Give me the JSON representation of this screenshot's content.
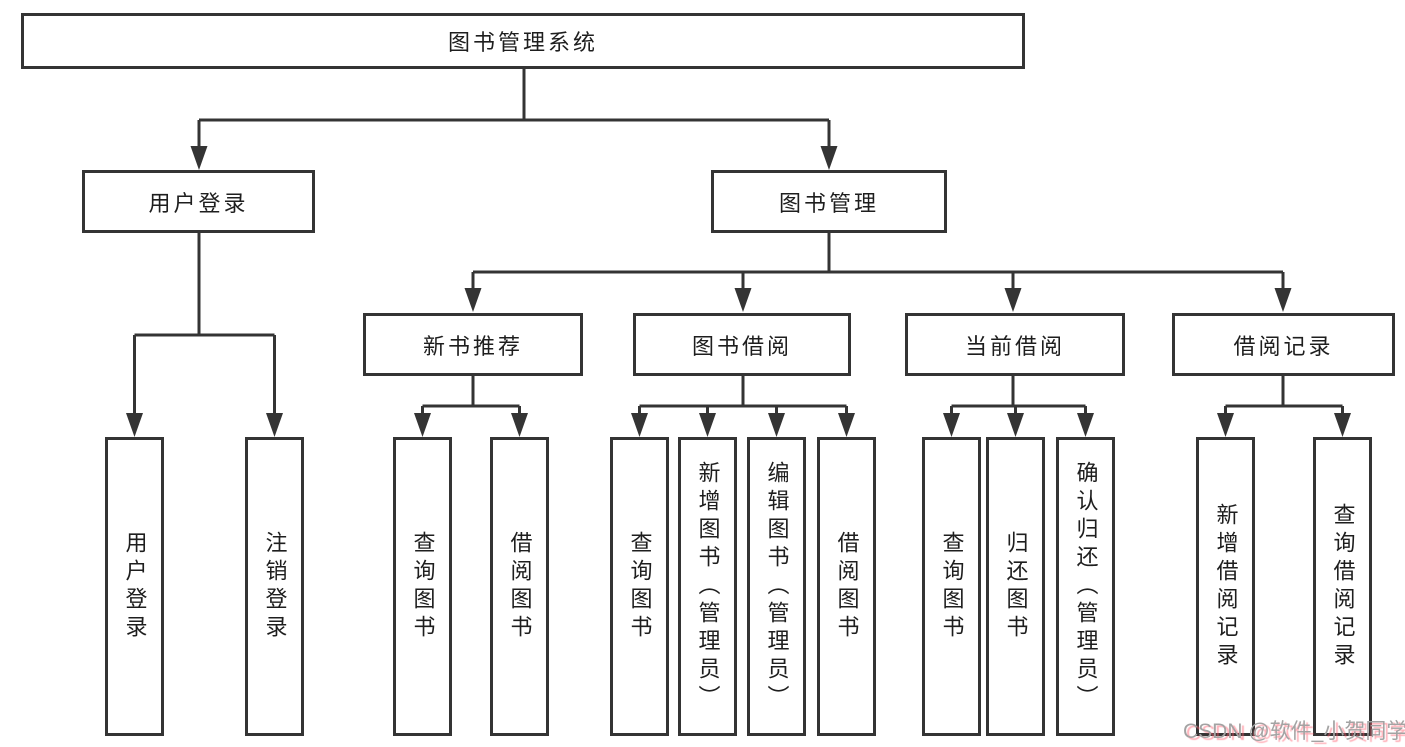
{
  "tree": {
    "root": "图书管理系统",
    "branches": [
      {
        "label": "用户登录",
        "children": [
          "用户登录",
          "注销登录"
        ]
      },
      {
        "label": "图书管理",
        "groups": [
          {
            "label": "新书推荐",
            "children": [
              "查询图书",
              "借阅图书"
            ]
          },
          {
            "label": "图书借阅",
            "children": [
              "查询图书",
              "新增图书（管理员）",
              "编辑图书（管理员）",
              "借阅图书"
            ]
          },
          {
            "label": "当前借阅",
            "children": [
              "查询图书",
              "归还图书",
              "确认归还（管理员）"
            ]
          },
          {
            "label": "借阅记录",
            "children": [
              "新增借阅记录",
              "查询借阅记录"
            ]
          }
        ]
      }
    ]
  },
  "watermark": "CSDN @软件_小贺同学",
  "colors": {
    "line": "#343434",
    "text": "#1e1e1e",
    "background": "#ffffff",
    "watermark_gray": "#a3a3a3",
    "watermark_pink": "#ff5c6e"
  }
}
